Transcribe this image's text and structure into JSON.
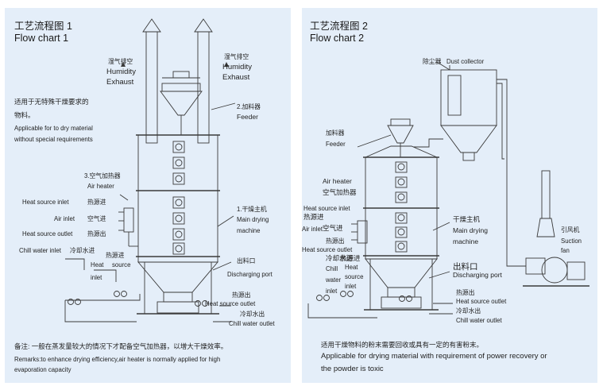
{
  "chart1": {
    "title_cn": "工艺流程图 1",
    "title_en": "Flow chart 1",
    "exhaust_cn": "湿气排空",
    "exhaust_en_1": "Humidity",
    "exhaust_en_2": "Exhaust",
    "exhaust2_cn": "湿气排空",
    "exhaust2_en_1": "Humidity",
    "exhaust2_en_2": "Exhaust",
    "feeder_cn": "2.加料器",
    "feeder_en": "Feeder",
    "apply_cn_1": "适用于无特殊干燥要求的",
    "apply_cn_2": "物料。",
    "apply_en_1": "Applicable for to dry material",
    "apply_en_2": "without special requirements",
    "air_heater_cn": "3.空气加热器",
    "air_heater_en": "Air heater",
    "heat_inlet_en": "Heat source inlet",
    "heat_inlet_cn": "热源进",
    "air_inlet_en": "Air inlet",
    "air_inlet_cn": "空气进",
    "heat_outlet_en": "Heat source outlet",
    "heat_outlet_cn": "热源出",
    "main_cn": "1.干燥主机",
    "main_en_1": "Main drying",
    "main_en_2": "machine",
    "chill_inlet_en": "Chill water inlet",
    "chill_inlet_cn": "冷却水进",
    "heat_source_cn": "热源进",
    "heat_source_en_1": "Heat",
    "heat_source_en_2": "source",
    "heat_source_en_3": "inlet",
    "discharge_cn": "出料口",
    "discharge_en": "Discharging port",
    "hs_out_cn": "热源出",
    "hs_out_en": "Heat source outlet",
    "chill_out_cn": "冷却水出",
    "chill_out_en": "Chill water outlet",
    "note_cn": "备注: 一般在蒸发量较大的情况下才配备空气加热器，以增大干燥效率。",
    "note_en_1": "Remarks:to enhance drying efficiency,air heater is normally applied for high",
    "note_en_2": "evaporation capacity"
  },
  "chart2": {
    "title_cn": "工艺流程图 2",
    "title_en": "Flow chart 2",
    "dust_cn": "除尘器",
    "dust_en": "Dust collector",
    "feeder_cn": "加料器",
    "feeder_en": "Feeder",
    "air_heater_en": "Air heater",
    "air_heater_cn": "空气加热器",
    "heat_inlet_en": "Heat source inlet",
    "heat_inlet_cn": "热源进",
    "air_inlet_en": "Air inlet",
    "air_inlet_cn": "空气进",
    "heat_out_cn": "热源出",
    "heat_out_en": "Heat source outlet",
    "chill_in_cn": "冷却水进",
    "chill_en_1": "Chill",
    "chill_en_2": "water",
    "chill_en_3": "inlet",
    "heat_in2_cn": "热源进",
    "heat_in2_en_1": "Heat",
    "heat_in2_en_2": "source",
    "heat_in2_en_3": "inlet",
    "main_cn": "干燥主机",
    "main_en_1": "Main drying",
    "main_en_2": "machine",
    "discharge_cn": "出料口",
    "discharge_en": "Discharging port",
    "fan_cn": "引风机",
    "fan_en_1": "Suction",
    "fan_en_2": "fan",
    "hs_out_cn": "热源出",
    "hs_out_en": "Heat source outlet",
    "chill_out_cn": "冷却水出",
    "chill_out_en": "Chill water outlet",
    "apply_cn": "适用干燥物料的粉末需要回收或具有一定的有害粉末。",
    "apply_en_1": "Applicable for drying material with requirement of power recovery or",
    "apply_en_2": "the powder is toxic"
  },
  "colors": {
    "panel_bg": "#e4eef9",
    "line": "#3a3a3a",
    "text": "#222222"
  }
}
